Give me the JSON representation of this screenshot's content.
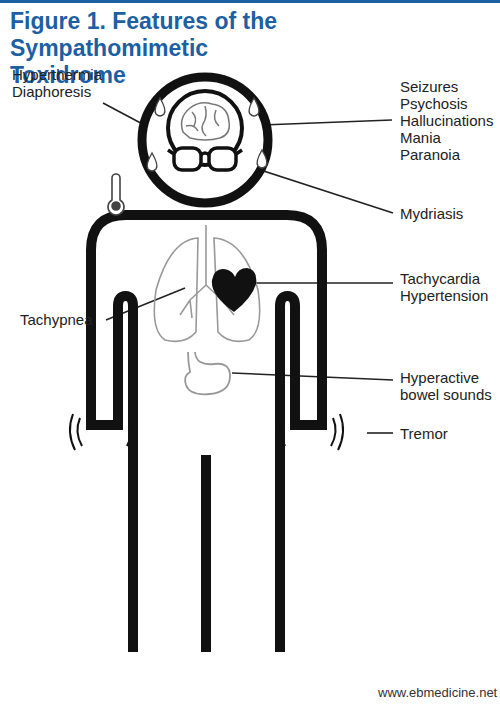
{
  "diagram": {
    "title": "Figure 1. Features of the Sympathomimetic Toxidrome",
    "labels": [
      "Hyperthermia",
      "Diaphoresis",
      "Seizures",
      "Psychosis",
      "Hallucinations",
      "Mania",
      "Paranoia",
      "Mydriasis",
      "Tachycardia",
      "Hypertension",
      "Tachypnea",
      "Hyperactive bowel sounds",
      "Tremor",
      "www.ebmedicine.net"
    ]
  }
}
